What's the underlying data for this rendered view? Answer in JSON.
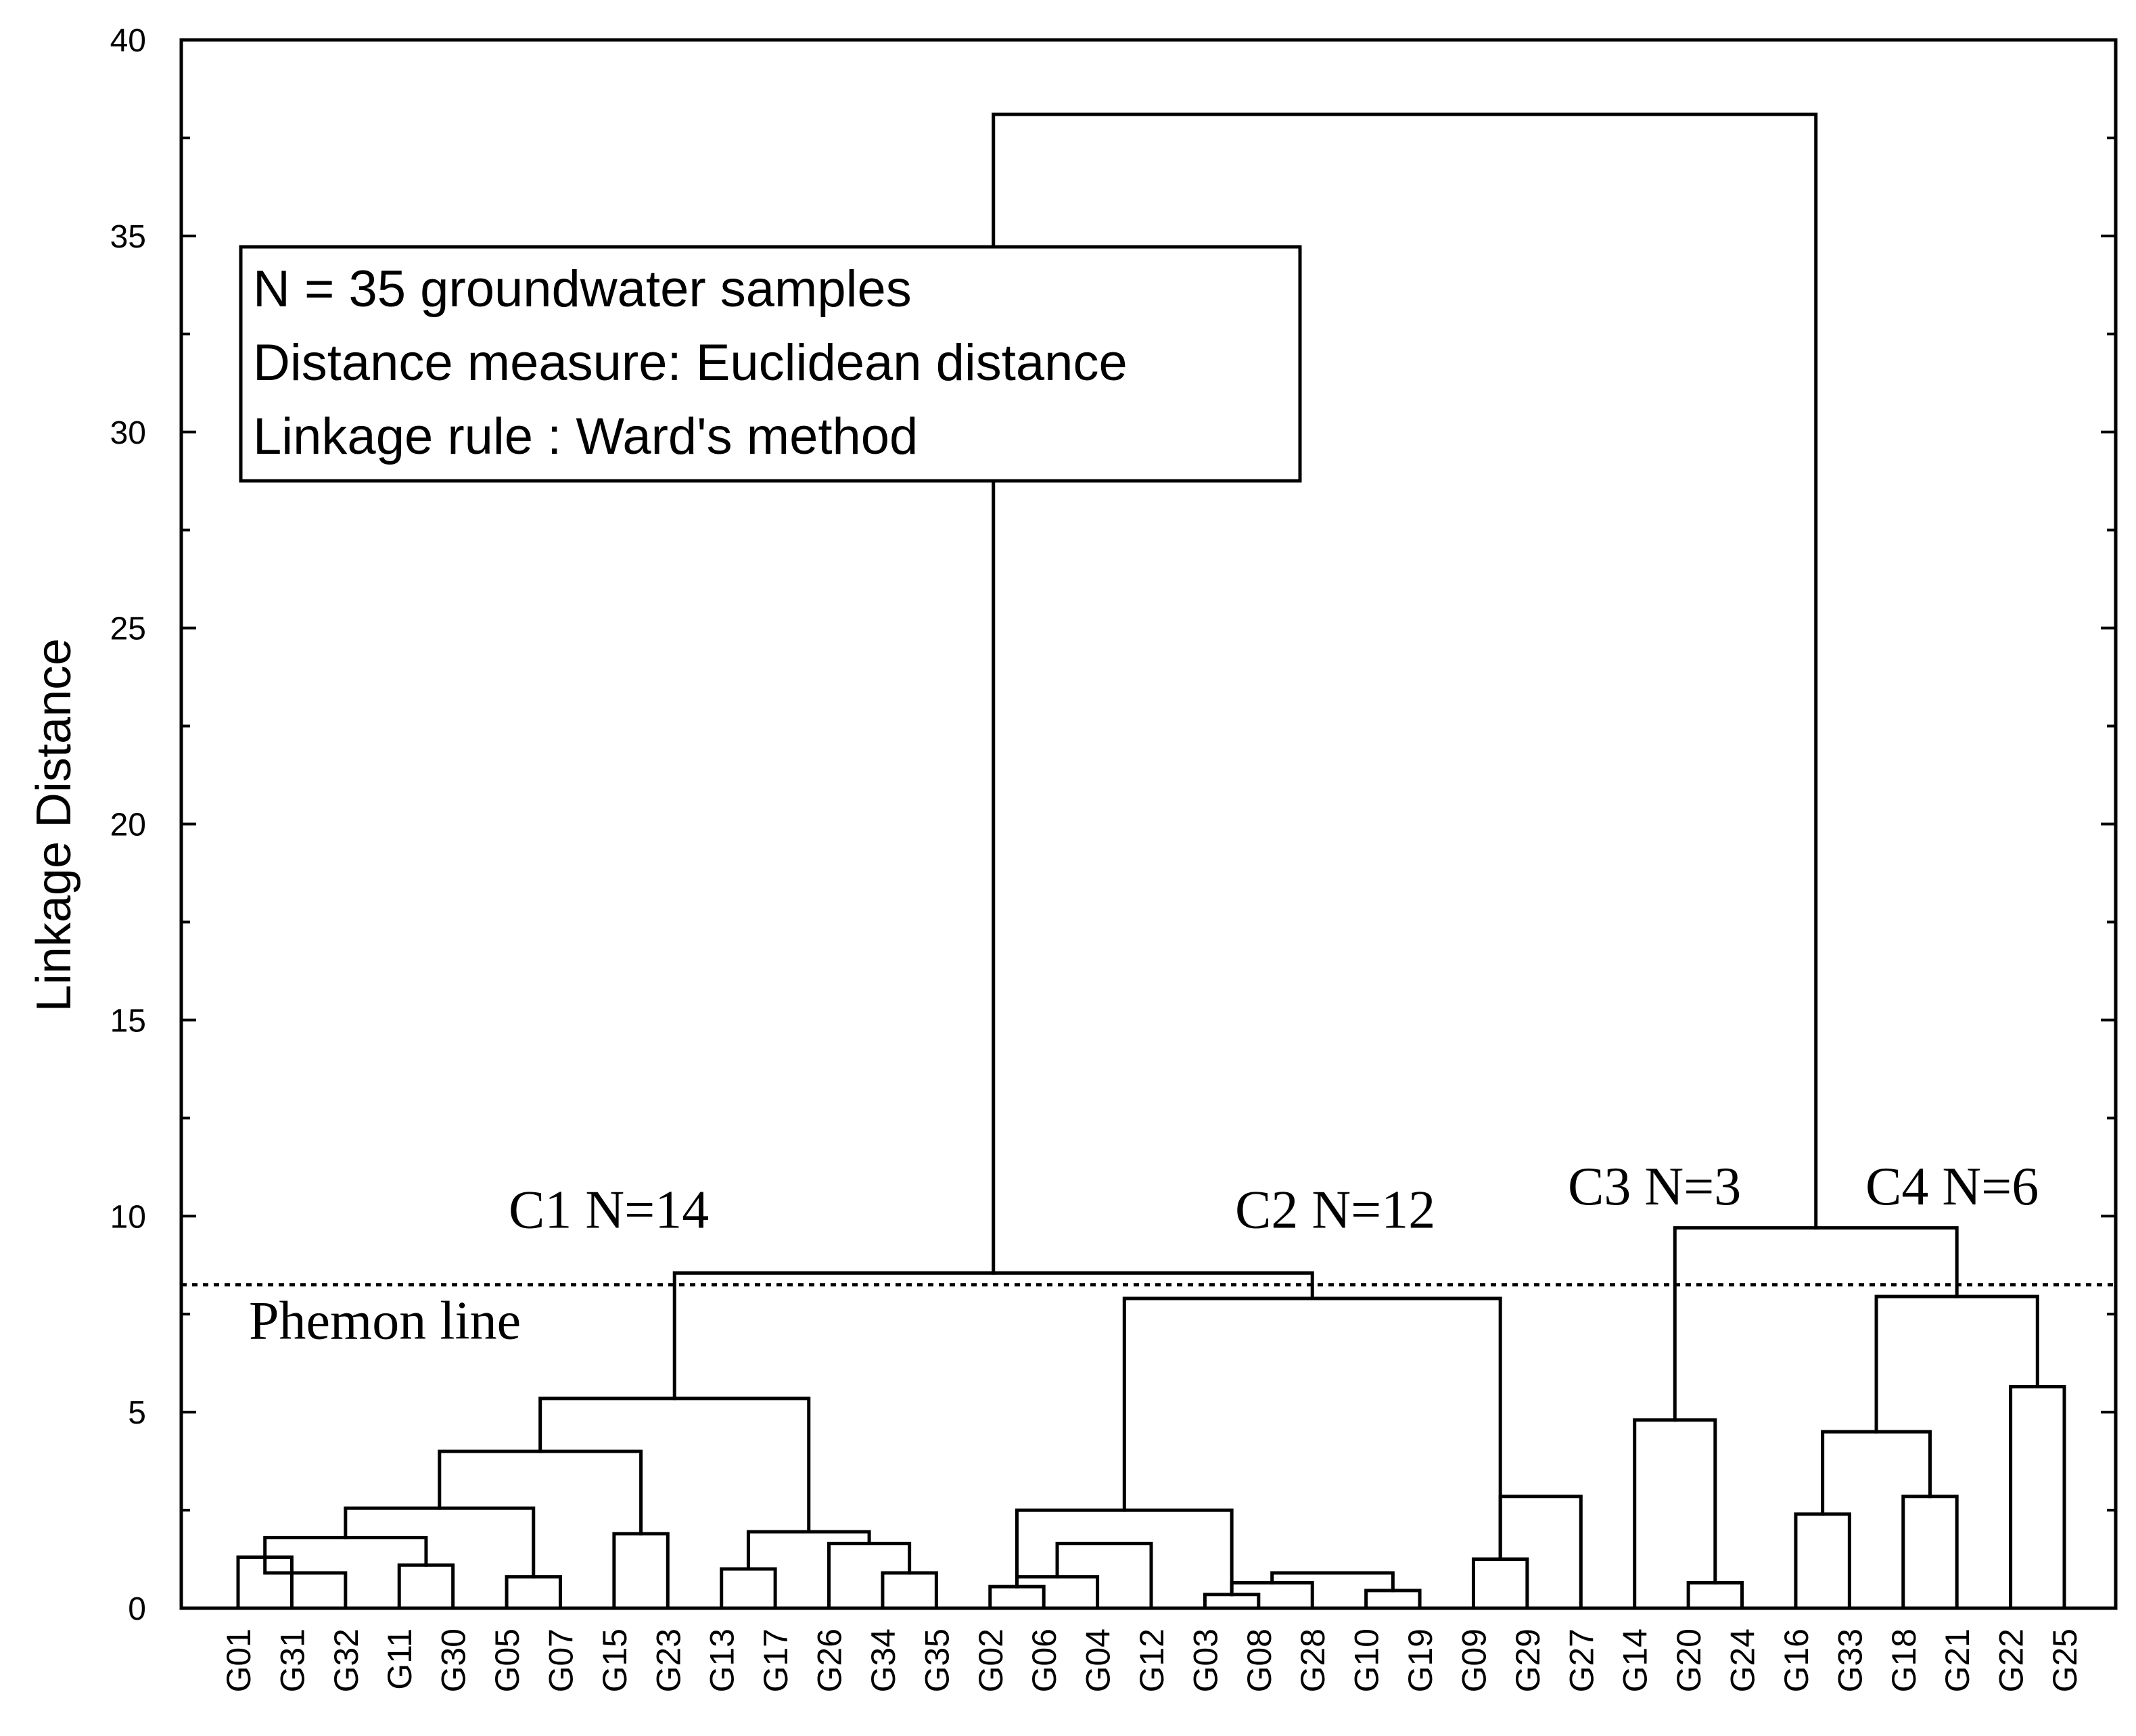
{
  "chart_data": {
    "type": "dendrogram",
    "ylabel": "Linkage Distance",
    "ylim": [
      0,
      40
    ],
    "yticks": [
      0,
      5,
      10,
      15,
      20,
      25,
      30,
      35,
      40
    ],
    "leaves": [
      "G01",
      "G31",
      "G32",
      "G11",
      "G30",
      "G05",
      "G07",
      "G15",
      "G23",
      "G13",
      "G17",
      "G26",
      "G34",
      "G35",
      "G02",
      "G06",
      "G04",
      "G12",
      "G03",
      "G08",
      "G28",
      "G10",
      "G19",
      "G09",
      "G29",
      "G27",
      "G14",
      "G20",
      "G24",
      "G16",
      "G33",
      "G18",
      "G21",
      "G22",
      "G25"
    ],
    "merges": [
      {
        "a": "G01",
        "b": "G31",
        "height": 1.3
      },
      {
        "a": "G31",
        "b": "G32",
        "height": 0.9
      },
      {
        "a": "G11",
        "b": "G30",
        "height": 1.1
      },
      {
        "a": "G05",
        "b": "G07",
        "height": 0.8
      },
      {
        "a": "G15",
        "b": "G23",
        "height": 1.9
      },
      {
        "a": "G13",
        "b": "G17",
        "height": 1.0
      },
      {
        "a": "G34",
        "b": "G35",
        "height": 0.9
      },
      {
        "a": "G26",
        "b": "G34",
        "height": 1.65
      },
      {
        "a": "G02",
        "b": "G06",
        "height": 0.55
      },
      {
        "a": "G06",
        "b": "G04",
        "height": 0.8
      },
      {
        "a": "G04",
        "b": "G12",
        "height": 1.65
      },
      {
        "a": "G03",
        "b": "G08",
        "height": 0.35
      },
      {
        "a": "G08",
        "b": "G28",
        "height": 0.65
      },
      {
        "a": "G10",
        "b": "G19",
        "height": 0.45
      },
      {
        "a": "G28",
        "b": "G10",
        "height": 0.9
      },
      {
        "a": "G09",
        "b": "G29",
        "height": 1.25
      },
      {
        "a": "G29",
        "b": "G27",
        "height": 2.85
      },
      {
        "a": "G20",
        "b": "G24",
        "height": 0.65
      },
      {
        "a": "G14",
        "b": "G20",
        "height": 4.8
      },
      {
        "a": "G16",
        "b": "G33",
        "height": 2.4
      },
      {
        "a": "G18",
        "b": "G21",
        "height": 2.85
      },
      {
        "a": "G22",
        "b": "G25",
        "height": 5.65
      }
    ],
    "phemon_line": 8.25,
    "annotations": {
      "phemon_label": "Phemon line",
      "clusters": [
        {
          "label": "C1 N=14"
        },
        {
          "label": "C2 N=12"
        },
        {
          "label": "C3 N=3"
        },
        {
          "label": "C4 N=6"
        }
      ],
      "info_lines": [
        "N = 35 groundwater samples",
        "Distance measure: Euclidean distance",
        "Linkage rule : Ward's method"
      ]
    }
  }
}
